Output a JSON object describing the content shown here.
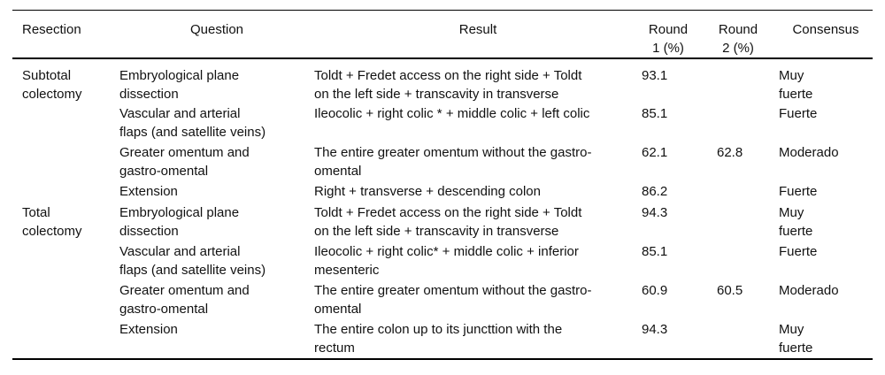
{
  "table": {
    "header": {
      "resection": "Resection",
      "question": "Question",
      "result": "Result",
      "round1": "Round\n1 (%)",
      "round2": "Round\n2 (%)",
      "consensus": "Consensus"
    },
    "groups": [
      {
        "resection": "Subtotal\ncolectomy",
        "rows": [
          {
            "question": "Embryological plane\ndissection",
            "result": "Toldt + Fredet access on the right side + Toldt\non the left side + transcavity in transverse",
            "round1": "93.1",
            "round2": "",
            "consensus": "Muy\nfuerte"
          },
          {
            "question": "Vascular and arterial\nflaps (and satellite veins)",
            "result": "Ileocolic + right colic * + middle colic + left colic",
            "round1": "85.1",
            "round2": "",
            "consensus": "Fuerte"
          },
          {
            "question": "Greater omentum and\ngastro-omental",
            "result": "The entire greater omentum without the gastro-\nomental",
            "round1": "62.1",
            "round2": "62.8",
            "consensus": "Moderado"
          },
          {
            "question": "Extension",
            "result": "Right + transverse + descending colon",
            "round1": "86.2",
            "round2": "",
            "consensus": "Fuerte"
          }
        ]
      },
      {
        "resection": "Total\ncolectomy",
        "rows": [
          {
            "question": "Embryological plane\ndissection",
            "result": "Toldt + Fredet access on the right side + Toldt\non the left side + transcavity in transverse",
            "round1": "94.3",
            "round2": "",
            "consensus": "Muy\nfuerte"
          },
          {
            "question": "Vascular and arterial\nflaps (and satellite veins)",
            "result": "Ileocolic + right colic* + middle colic + inferior\nmesenteric",
            "round1": "85.1",
            "round2": "",
            "consensus": "Fuerte"
          },
          {
            "question": "Greater omentum and\ngastro-omental",
            "result": "The entire greater omentum without the gastro-\nomental",
            "round1": "60.9",
            "round2": "60.5",
            "consensus": "Moderado"
          },
          {
            "question": "Extension",
            "result": "The entire colon up to its juncttion with the\nrectum",
            "round1": "94.3",
            "round2": "",
            "consensus": "Muy\nfuerte"
          }
        ]
      }
    ]
  }
}
